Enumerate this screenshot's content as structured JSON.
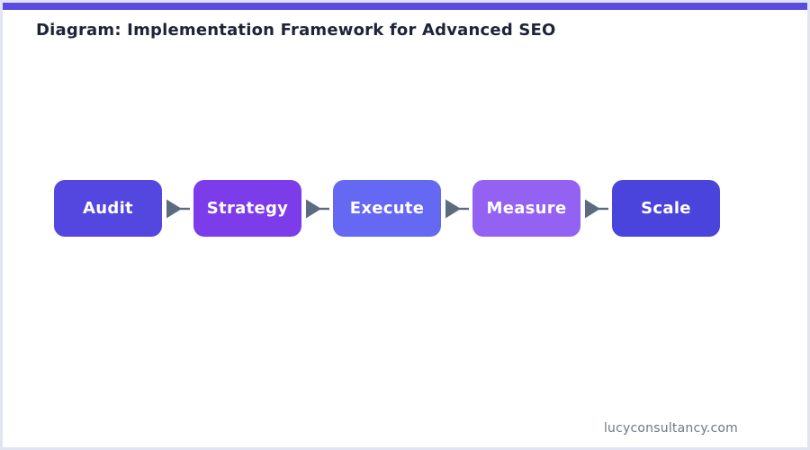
{
  "header": {
    "title": "Diagram: Implementation Framework for Advanced SEO"
  },
  "flow": {
    "steps": [
      {
        "label": "Audit",
        "color": "#5347e0"
      },
      {
        "label": "Strategy",
        "color": "#7d3cea"
      },
      {
        "label": "Execute",
        "color": "#6468f2"
      },
      {
        "label": "Measure",
        "color": "#9362f2"
      },
      {
        "label": "Scale",
        "color": "#4b44dc"
      }
    ],
    "arrow_color": "#5d6b80"
  },
  "footer": {
    "website": "lucyconsultancy.com"
  },
  "theme": {
    "top_bar_color": "#5b4be0",
    "border_color": "#e1e4f3",
    "title_color": "#1e2338",
    "footer_text_color": "#6e7787"
  }
}
